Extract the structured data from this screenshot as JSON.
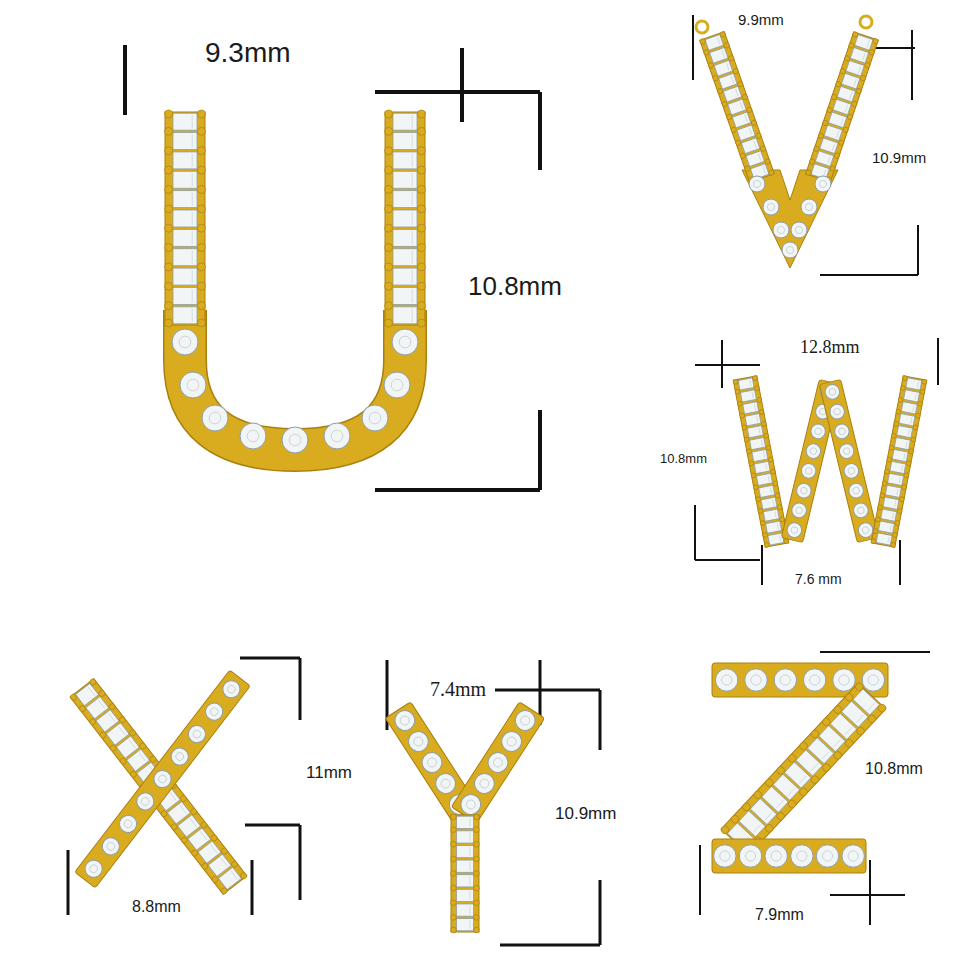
{
  "diagram": {
    "labels": [
      "9.3mm",
      "10.8mm",
      "9.9mm",
      "10.9mm",
      "12.8mm",
      "10.8mm",
      "7.6 mm",
      "11mm",
      "8.8mm",
      "7.4mm",
      "10.9mm",
      "10.8mm",
      "7.9mm"
    ]
  }
}
